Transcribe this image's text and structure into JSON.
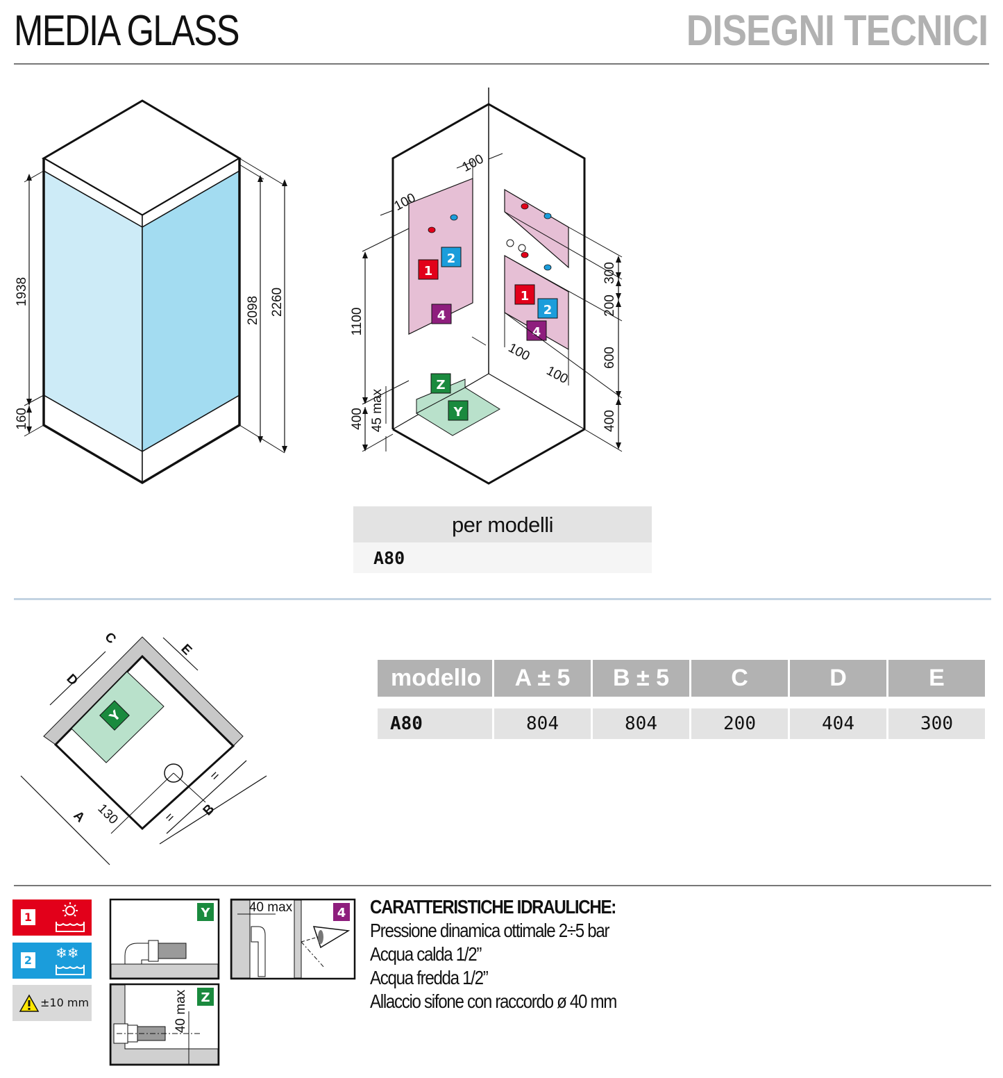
{
  "header": {
    "product_title": "MEDIA GLASS",
    "section_title": "DISEGNI TECNICI"
  },
  "colors": {
    "hot_red": "#e2001a",
    "cold_blue": "#1b9ddb",
    "purple": "#8e1e7d",
    "green": "#1a8a3e",
    "zone_pink": "#e6bfd5",
    "zone_green": "#b9e1cb",
    "glass_left": "#cdebf7",
    "glass_right": "#a3dcf1",
    "header_gray": "#b2b2b2"
  },
  "iso_cabin": {
    "dimensions": {
      "glass_height": "1938",
      "base_height": "160",
      "inner_height": "2098",
      "total_height": "2260"
    }
  },
  "connections_view": {
    "dimensions": {
      "left_offset_1": "100",
      "left_offset_2": "100",
      "panel_height": "1100",
      "base_400_left": "400",
      "drain_45": "45 max",
      "right_offset_1": "100",
      "right_offset_2": "100",
      "right_300": "300",
      "right_200": "200",
      "right_600": "600",
      "right_400": "400"
    },
    "markers": {
      "hot": "1",
      "cold": "2",
      "outlet": "4",
      "floor_drain": "Y",
      "wall_drain": "Z"
    }
  },
  "models_box": {
    "header": "per modelli",
    "models": [
      "A80"
    ]
  },
  "plan_view": {
    "labels": {
      "a": "A",
      "b": "B",
      "c": "C",
      "d": "D",
      "e": "E",
      "drain_offset": "130",
      "equal": "=",
      "zone": "Y"
    }
  },
  "dimensions_table": {
    "headers": [
      "modello",
      "A ± 5",
      "B ± 5",
      "C",
      "D",
      "E"
    ],
    "rows": [
      [
        "A80",
        "804",
        "804",
        "200",
        "404",
        "300"
      ]
    ]
  },
  "legend": {
    "hot": {
      "number": "1",
      "icon": "sun-water-icon"
    },
    "cold": {
      "number": "2",
      "icon": "snowflake-water-icon"
    },
    "tolerance": {
      "icon": "warning-icon",
      "text": "±10 mm"
    },
    "detail_y": {
      "badge": "Y"
    },
    "detail_z": {
      "badge": "Z",
      "dim": "40 max"
    },
    "detail_wall": {
      "dim": "40 max"
    },
    "detail_4": {
      "badge": "4"
    }
  },
  "characteristics": {
    "title": "CARATTERISTICHE IDRAULICHE:",
    "lines": [
      "Pressione dinamica ottimale 2÷5 bar",
      "Acqua calda 1/2”",
      "Acqua fredda 1/2”",
      "Allaccio sifone con raccordo ø 40 mm"
    ]
  }
}
